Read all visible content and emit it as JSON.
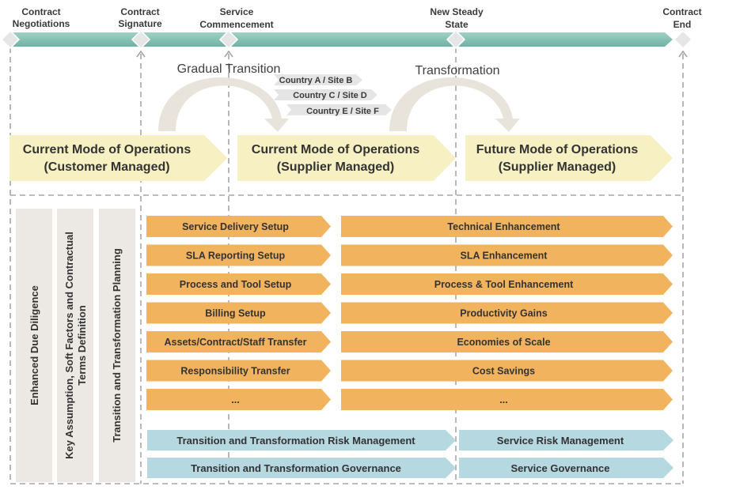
{
  "milestones": [
    {
      "line1": "Contract",
      "line2": "Negotiations"
    },
    {
      "line1": "Contract",
      "line2": "Signature"
    },
    {
      "line1": "Service",
      "line2": "Commencement"
    },
    {
      "line1": "New Steady",
      "line2": "State"
    },
    {
      "line1": "Contract",
      "line2": "End"
    }
  ],
  "phases": {
    "gradual_transition": "Gradual Transition",
    "transformation": "Transformation",
    "sites": [
      "Country A / Site B",
      "Country C / Site D",
      "Country E / Site F"
    ]
  },
  "modes": [
    {
      "line1": "Current Mode of Operations",
      "line2": "(Customer Managed)"
    },
    {
      "line1": "Current Mode of Operations",
      "line2": "(Supplier Managed)"
    },
    {
      "line1": "Future Mode of Operations",
      "line2": "(Supplier Managed)"
    }
  ],
  "vertical_labels": {
    "due_diligence": "Enhanced Due Diligence",
    "key_assumption_line1": "Key Assumption, Soft Factors and Contractual",
    "key_assumption_line2": "Terms Definition",
    "planning": "Transition and Transformation  Planning"
  },
  "transition_tasks": [
    "Service Delivery Setup",
    "SLA Reporting Setup",
    "Process and Tool Setup",
    "Billing Setup",
    "Assets/Contract/Staff Transfer",
    "Responsibility Transfer",
    "..."
  ],
  "transformation_tasks": [
    "Technical Enhancement",
    "SLA Enhancement",
    "Process & Tool Enhancement",
    "Productivity Gains",
    "Economies of Scale",
    "Cost Savings",
    "..."
  ],
  "risk_governance": {
    "tt_risk": "Transition and Transformation Risk Management",
    "service_risk": "Service Risk Management",
    "tt_governance": "Transition and Transformation Governance",
    "service_governance": "Service Governance"
  },
  "colors": {
    "timeline": "#7fbfb0",
    "mode_fill": "#f6f0c2",
    "task_fill": "#f2b35f",
    "risk_fill": "#b6d8e0",
    "vertical_fill": "#ece8e3",
    "dashed": "#a6a6a6",
    "curve": "#e8e4dc"
  }
}
